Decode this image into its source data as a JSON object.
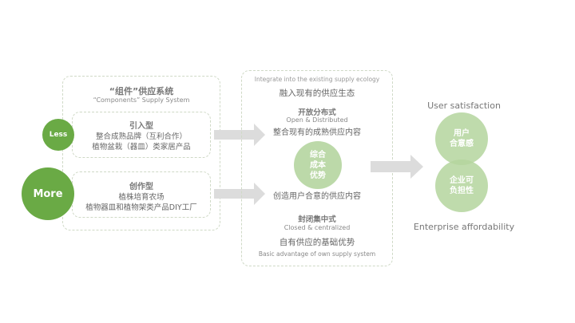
{
  "left_panel": {
    "title": "“组件”供应系统",
    "subtitle": "“Components”  Supply System",
    "less_label": "Less",
    "more_label": "More",
    "types": [
      {
        "title": "引入型",
        "lines": [
          "整合成熟品牌（互利合作）",
          "植物盆栽（器皿）类家居产品"
        ]
      },
      {
        "title": "创作型",
        "lines": [
          "植株培育农场",
          "植物器皿和植物架类产品DIY工厂"
        ]
      }
    ]
  },
  "middle_panel": {
    "header_en": "Integrate into the existing supply ecology",
    "header_cn": "融入现有的供应生态",
    "open_title": "开放分布式",
    "open_en": "Open & Distributed",
    "open_desc": "整合现有的成熟供应内容",
    "center_circle": [
      "综合",
      "成本",
      "优势"
    ],
    "create_desc": "创造用户合意的供应内容",
    "closed_title": "封闭集中式",
    "closed_en": "Closed & centralized",
    "closed_desc": "自有供应的基础优势",
    "closed_desc_en": "Basic advantage of own supply system"
  },
  "right_panel": {
    "top_label": "User satisfaction",
    "top_circle": [
      "用户",
      "合意感"
    ],
    "bottom_circle": [
      "企业可",
      "负担性"
    ],
    "bottom_label": "Enterprise affordability"
  },
  "colors": {
    "green": "#6aaa45",
    "light_green": "#bcd9a9",
    "arrow": "#dcdcdc",
    "border": "#cfd9c6"
  }
}
